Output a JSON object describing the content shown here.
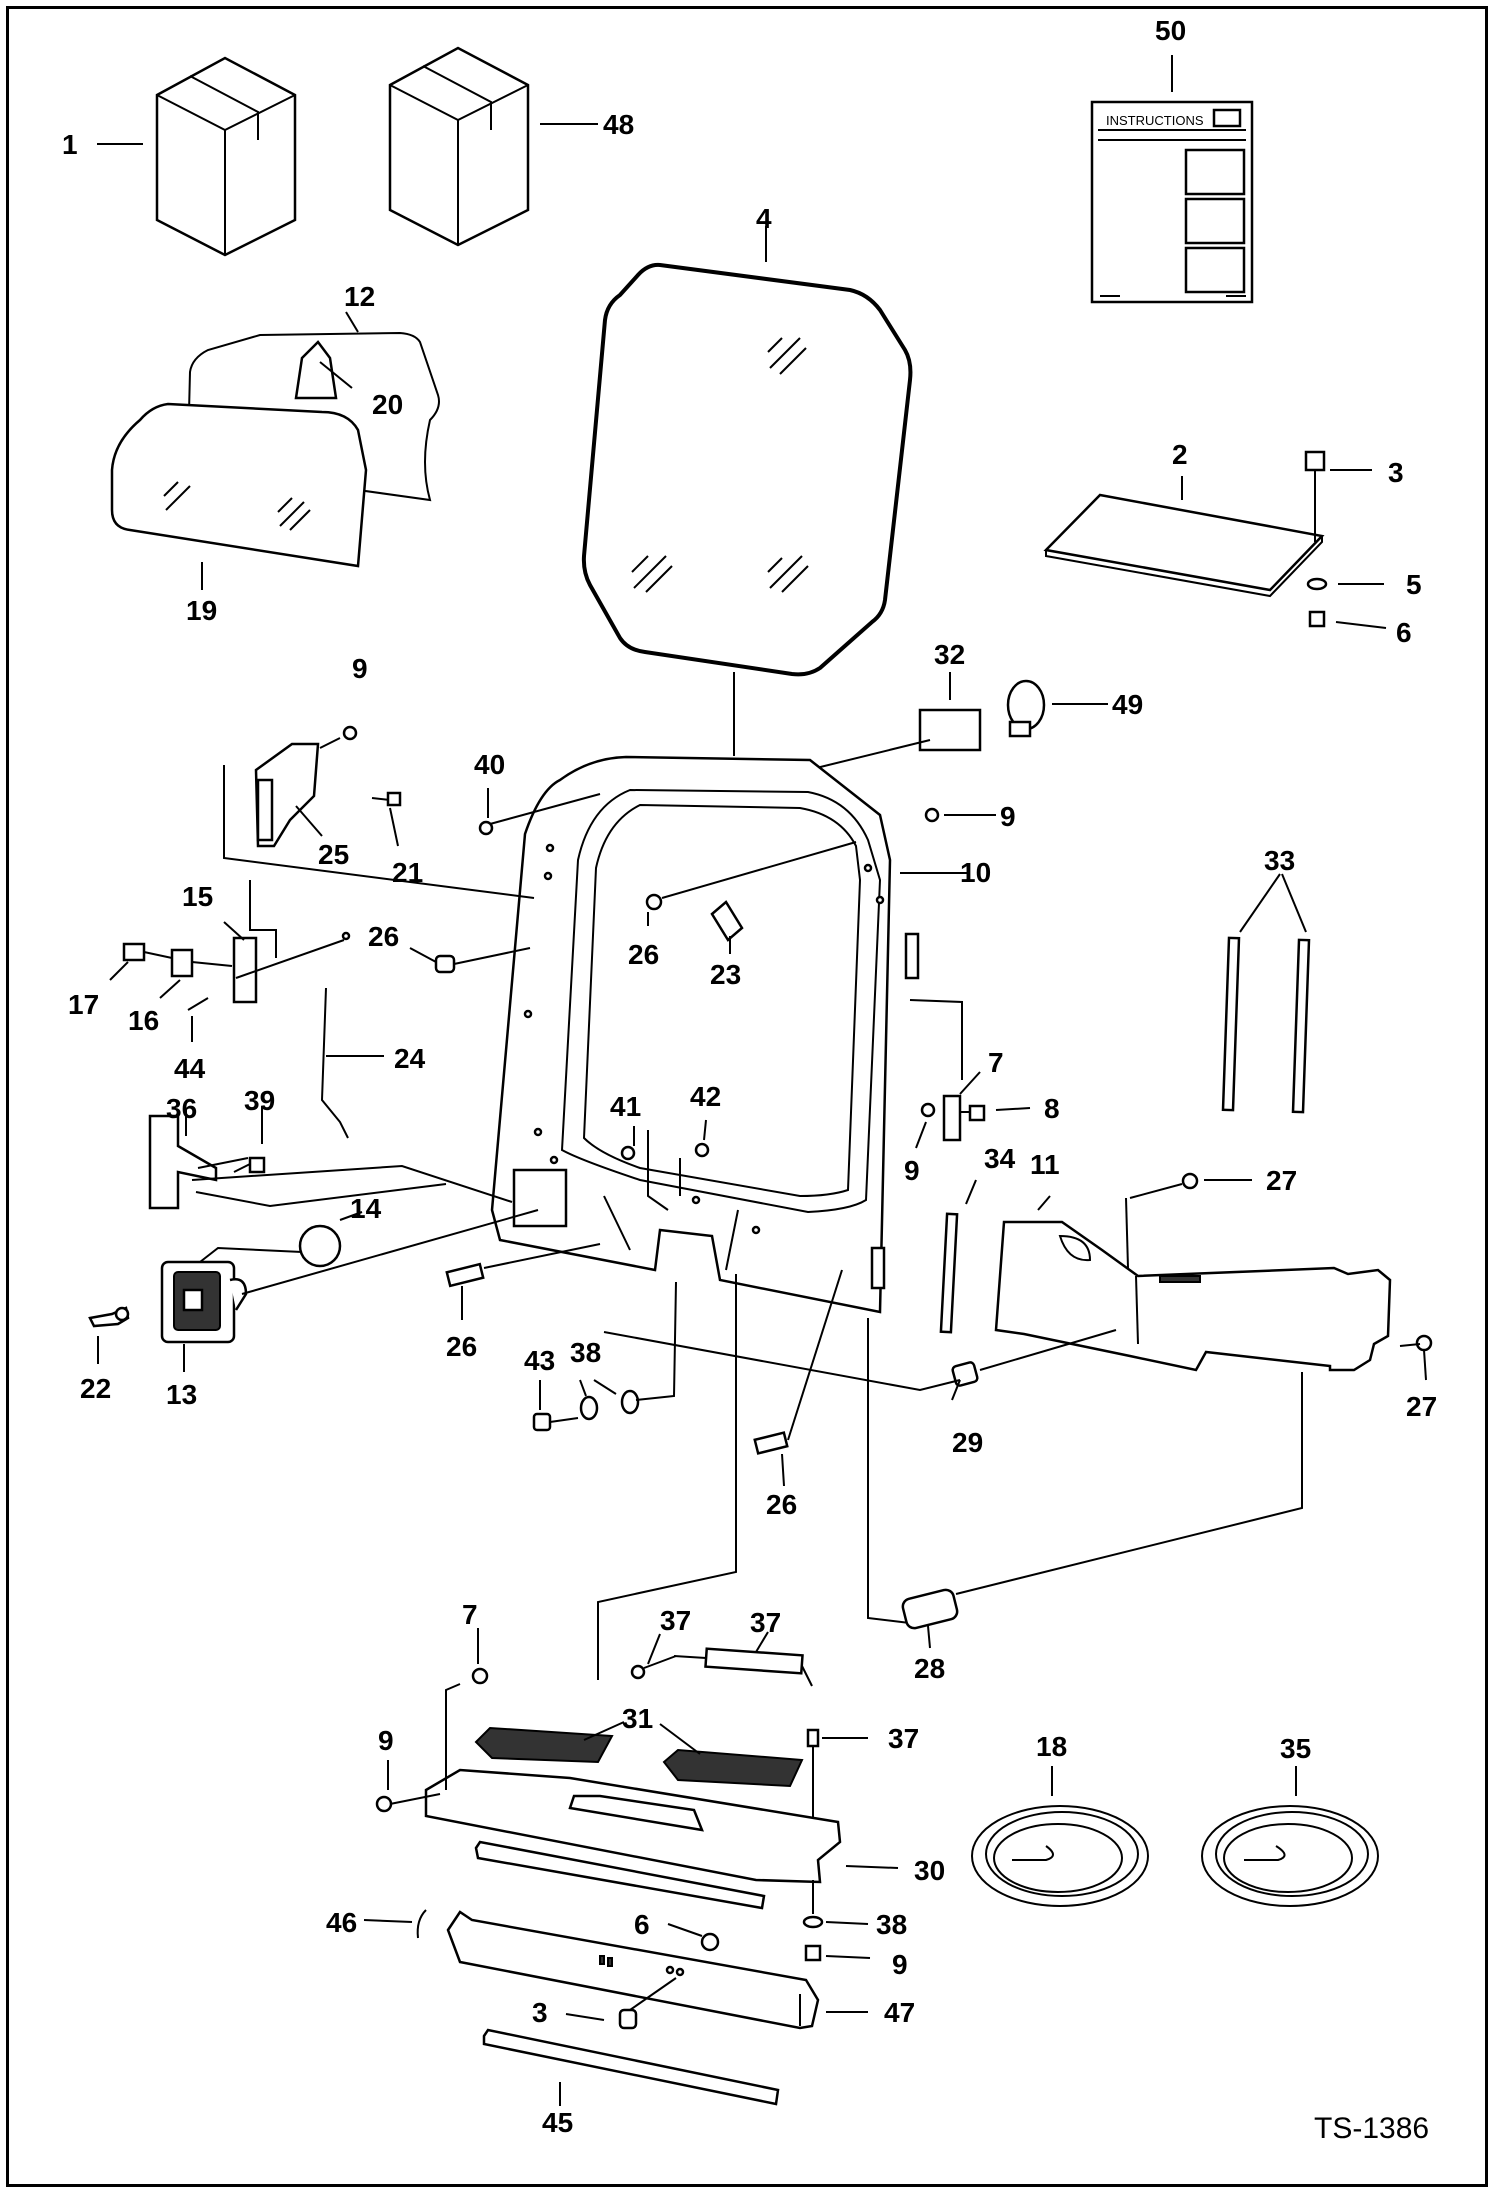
{
  "drawing_id": "TS-1386",
  "instructions_label": "INSTRUCTIONS",
  "callouts": {
    "c1": "1",
    "c2": "2",
    "c3": "3",
    "c4": "4",
    "c5": "5",
    "c6": "6",
    "c7": "7",
    "c8": "8",
    "c9": "9",
    "c10": "10",
    "c11": "11",
    "c12": "12",
    "c13": "13",
    "c14": "14",
    "c15": "15",
    "c16": "16",
    "c17": "17",
    "c18": "18",
    "c19": "19",
    "c20": "20",
    "c21": "21",
    "c22": "22",
    "c23": "23",
    "c24": "24",
    "c25": "25",
    "c26": "26",
    "c27": "27",
    "c28": "28",
    "c29": "29",
    "c30": "30",
    "c31": "31",
    "c32": "32",
    "c33": "33",
    "c34": "34",
    "c35": "35",
    "c36": "36",
    "c37": "37",
    "c38": "38",
    "c39": "39",
    "c40": "40",
    "c41": "41",
    "c42": "42",
    "c43": "43",
    "c44": "44",
    "c45": "45",
    "c46": "46",
    "c47": "47",
    "c48": "48",
    "c49": "49",
    "c50": "50"
  }
}
